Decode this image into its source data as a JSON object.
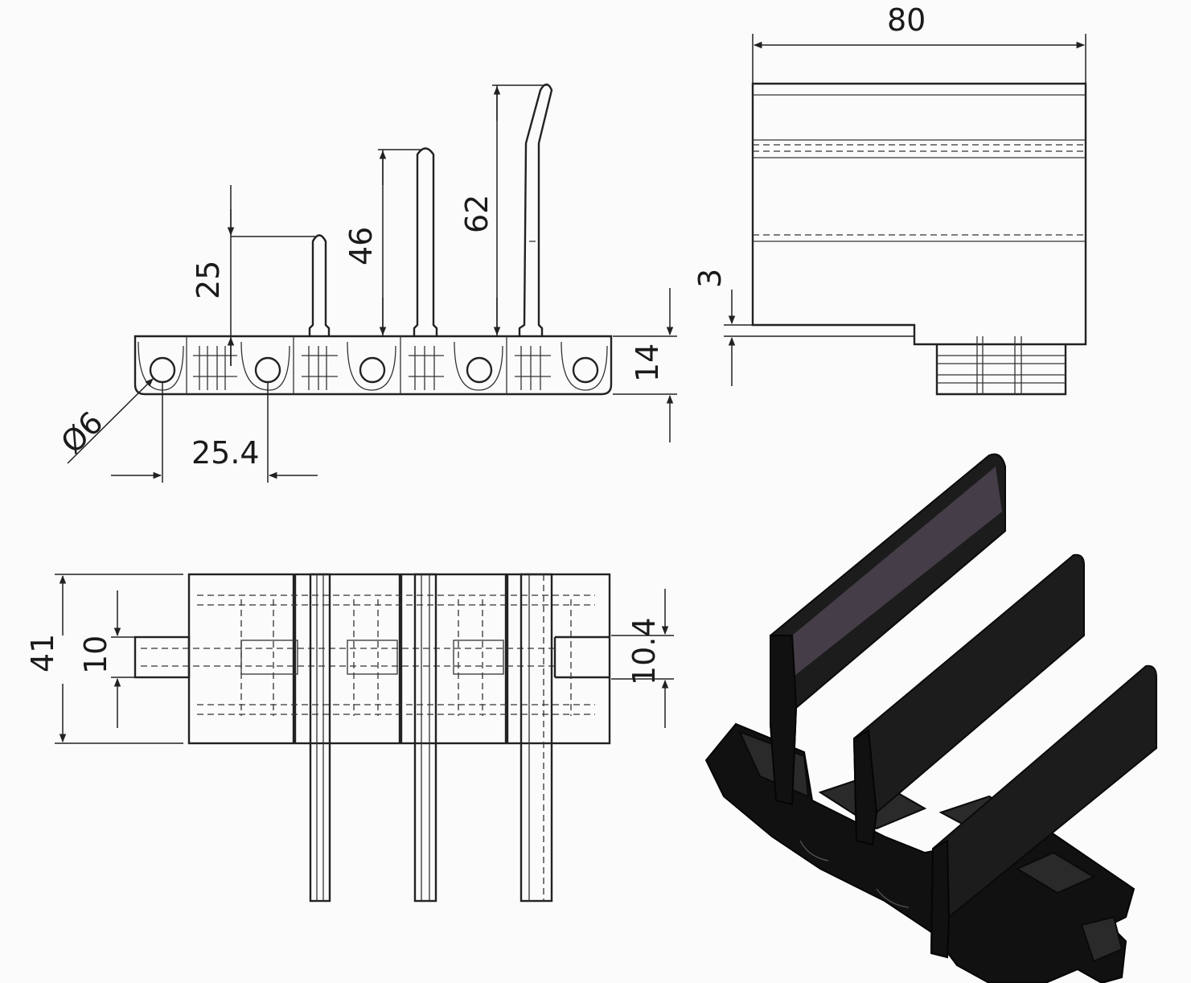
{
  "dimensions": {
    "width_overall": "80",
    "height_tab_25": "25",
    "height_tab_46": "46",
    "height_tab_62": "62",
    "chain_height": "14",
    "step": "3",
    "pitch": "25.4",
    "hole_diameter": "Ø6",
    "width_41": "41",
    "width_10": "10",
    "width_10_4": "10.4"
  },
  "colors": {
    "line": "#222222",
    "solid_body": "#1c1c1c",
    "background": "#fbfbfb"
  }
}
